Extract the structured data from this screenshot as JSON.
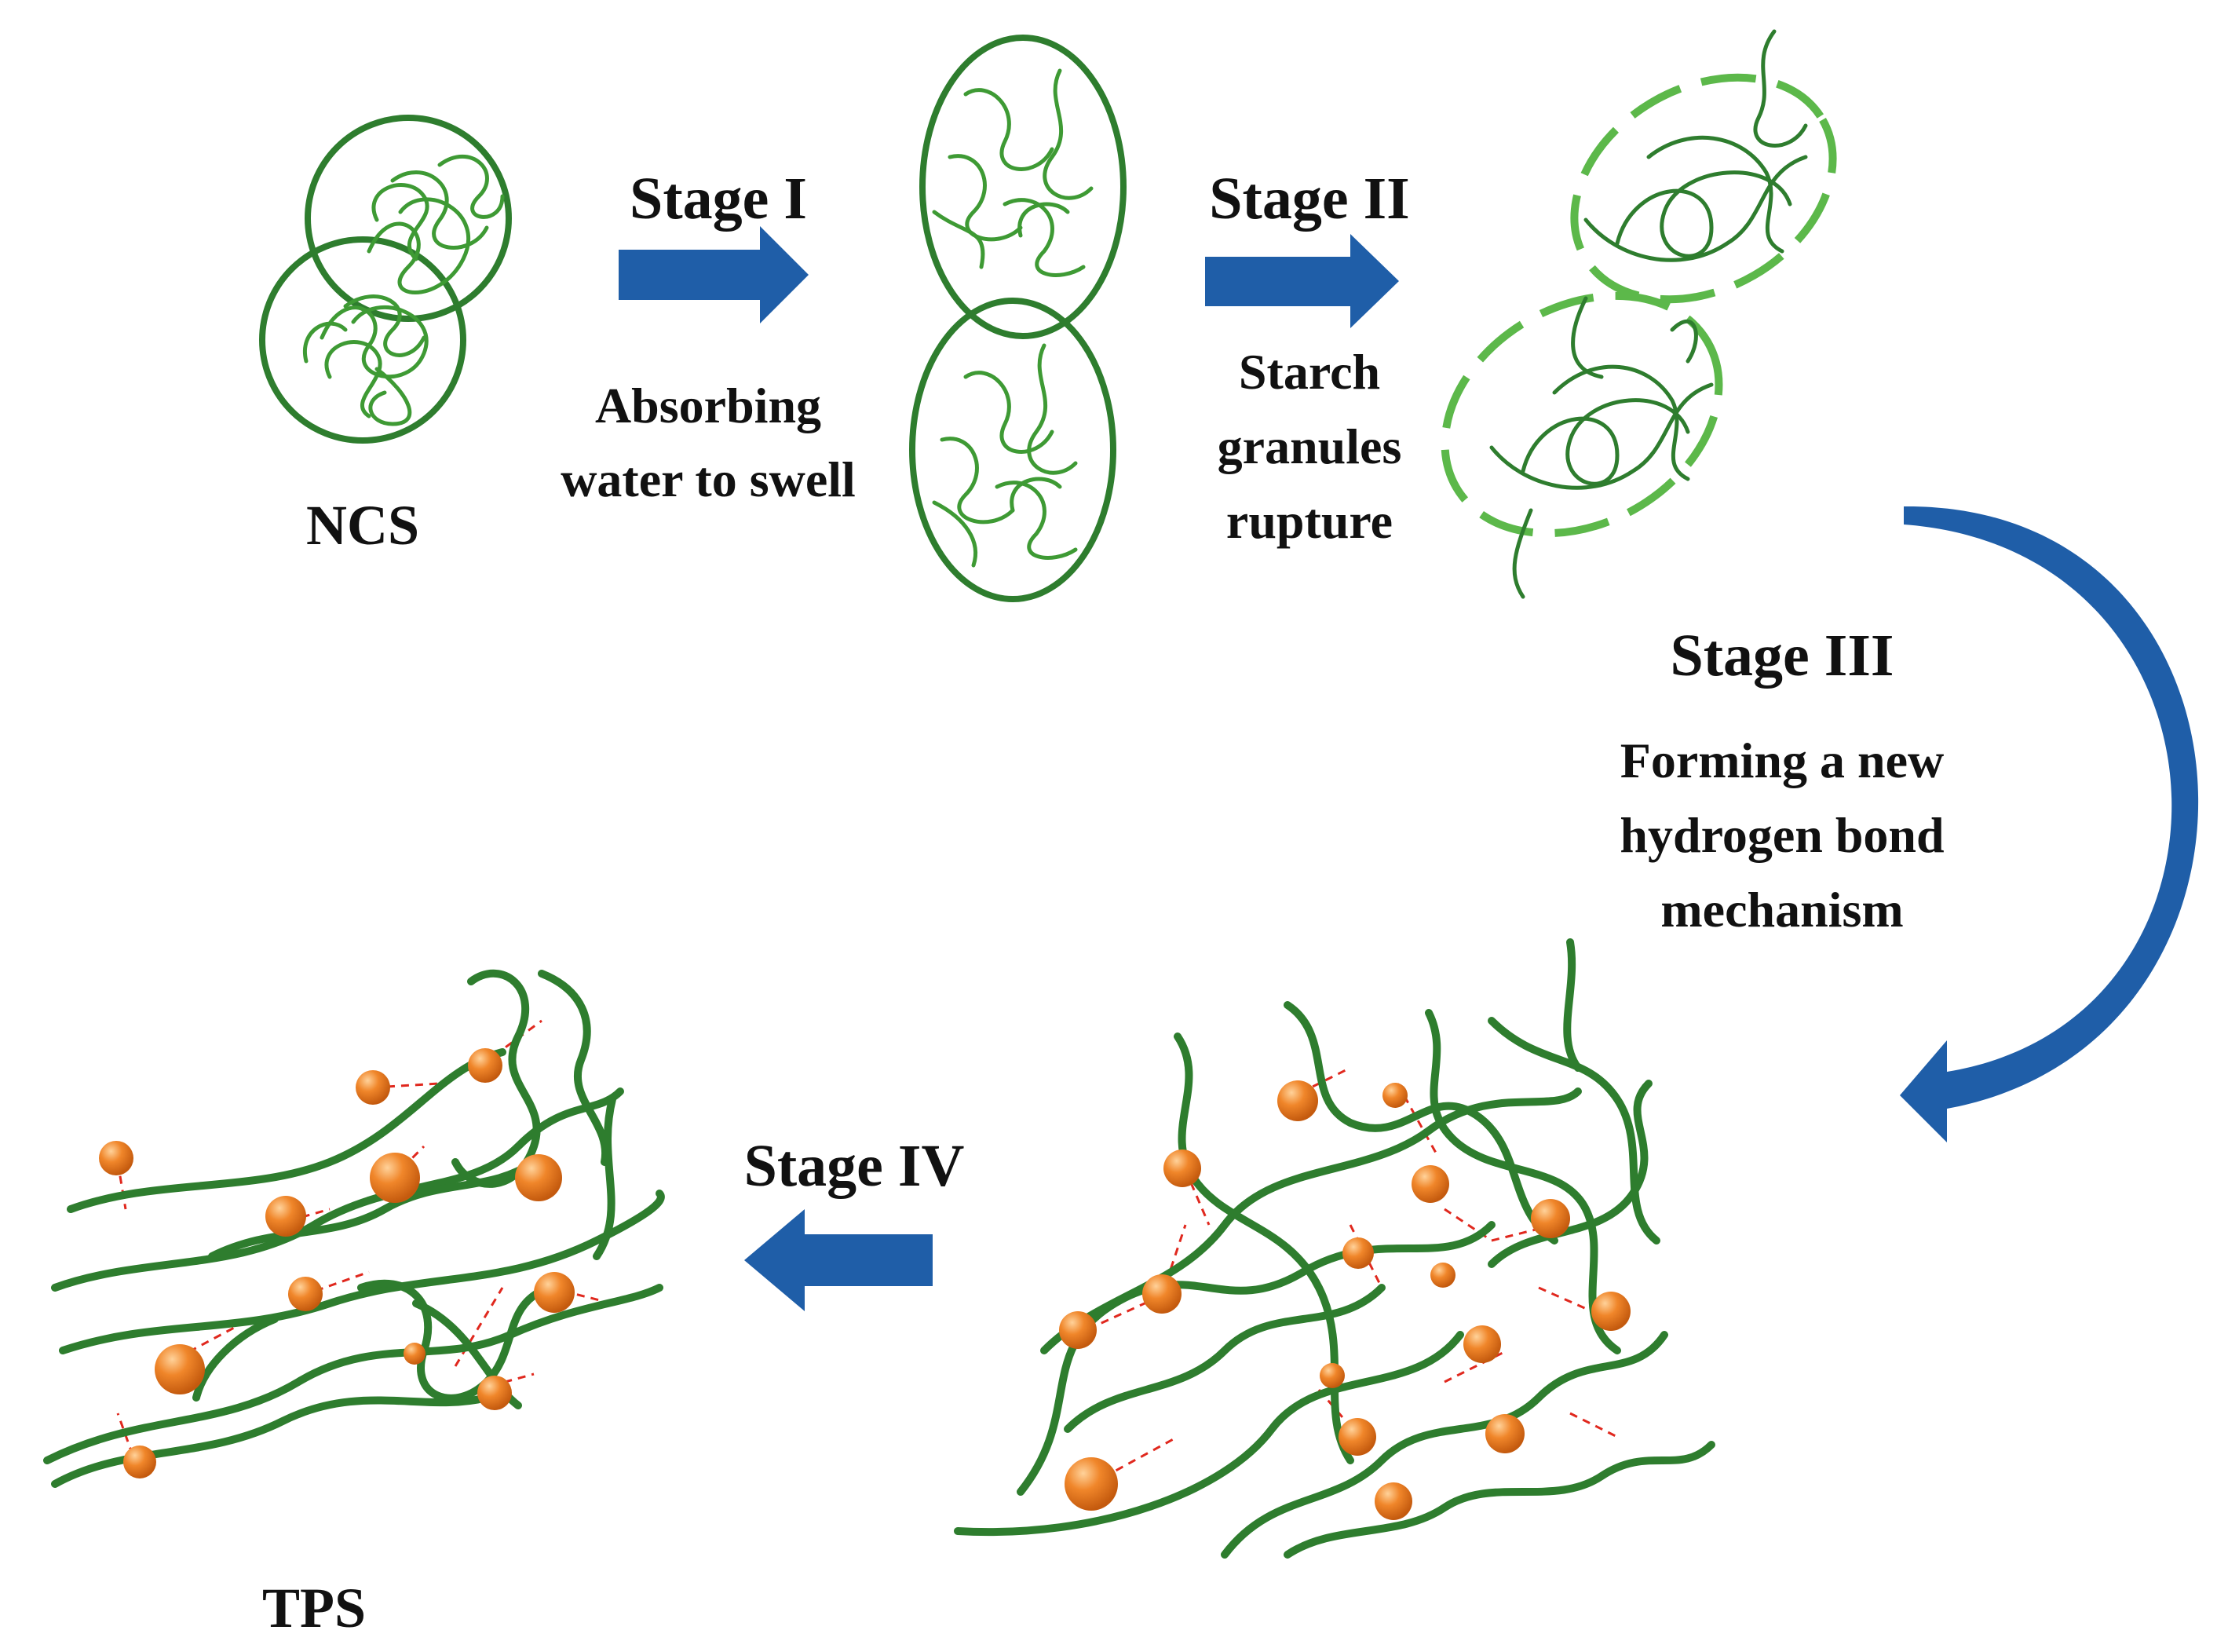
{
  "colors": {
    "fiber": "#2e8b2e",
    "fiber_light": "#4caf3a",
    "ellipse_solid": "#2e7d2e",
    "ellipse_dashed": "#5cb84a",
    "arrow": "#1f5ea8",
    "arrow_dark": "#174a85",
    "bead_fill": "#f0862a",
    "bead_highlight": "#ffd29a",
    "bond": "#e0281e",
    "text": "#111111"
  },
  "labels": {
    "ncs": "NCS",
    "tps": "TPS",
    "stage1": {
      "title": "Stage I",
      "desc": [
        "Absorbing",
        "water to swell"
      ]
    },
    "stage2": {
      "title": "Stage II",
      "desc": [
        "Starch",
        "granules",
        "rupture"
      ]
    },
    "stage3": {
      "title": "Stage III",
      "desc": [
        "Forming a new",
        "hydrogen bond",
        "mechanism"
      ]
    },
    "stage4": {
      "title": "Stage IV"
    }
  },
  "icons": {
    "stage1_arrow": "right-arrow-icon",
    "stage2_arrow": "right-arrow-icon",
    "stage3_arrow": "curved-arrow-icon",
    "stage4_arrow": "left-arrow-icon"
  }
}
